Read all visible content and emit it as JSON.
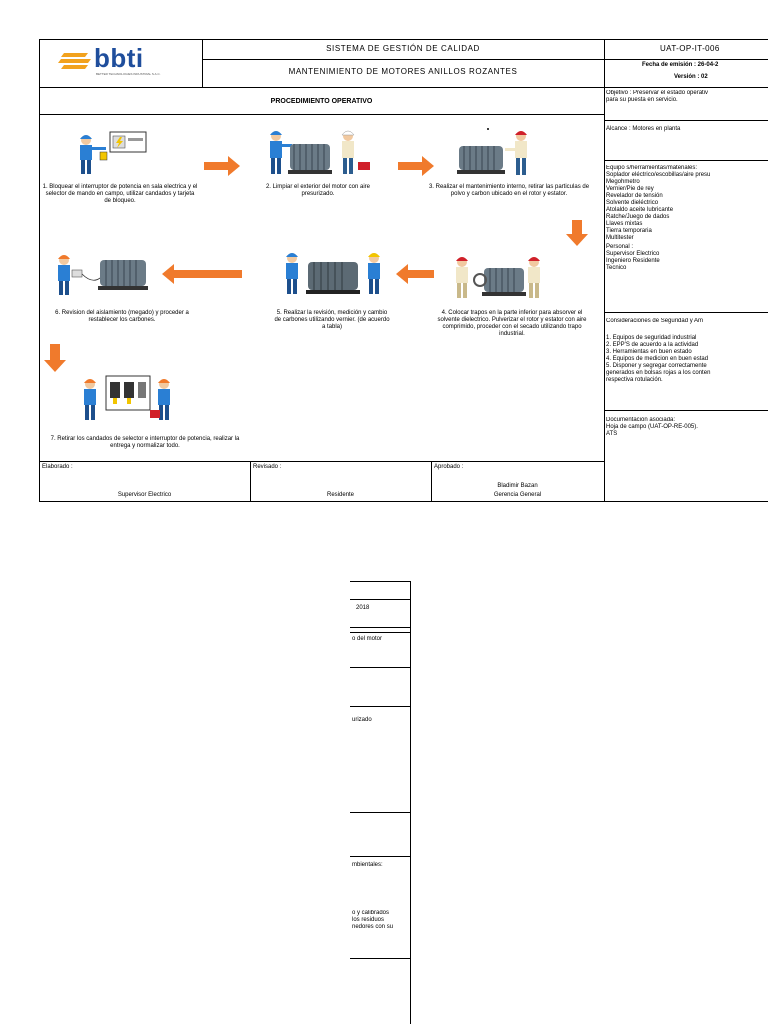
{
  "logo": {
    "text": "bbti",
    "subtext": "BETTER TECHNOLOGIES INDUSTRIAL S.A.C."
  },
  "header": {
    "system": "SISTEMA DE GESTIÓN DE CALIDAD",
    "title": "MANTENIMIENTO DE MOTORES ANILLOS ROZANTES",
    "code": "UAT-OP-IT-006",
    "issue_date": "Fecha de emisión : 26-04-2",
    "version": "Versión : 02"
  },
  "procedure": {
    "heading": "PROCEDIMIENTO OPERATIVO",
    "steps": [
      "1. Bloquear el interruptor de potencia en sala electrica y el selector de mando en campo, utilizar candados y tarjeta de bloqueo.",
      "2. Limpiar el exterior del motor con aire presurizado.",
      "3. Realizar el mantenimiento interno, retirar las particulas de polvo y carbon ubicado en el rotor y estator.",
      "4. Colocar trapos en la parte inferior para absorver el solvente dielectrico. Pulverizar el rotor y estator con aire comprimido, proceder con el secado utilizando trapo industrial.",
      "5. Realizar la revisión, medición y cambio de carbones utilizando vernier. (de acuerdo a tabla)",
      "6. Revision del aislamiento (megado) y proceder a restablecer los carbones.",
      "7. Retirar los candados de selector e interruptor de potencia, realizar la entrega y normalizar todo."
    ]
  },
  "side": {
    "objective": [
      "Objetivo : Preservar el estado operativ",
      "para su puesta en servicio."
    ],
    "scope": "Alcance : Motores en planta",
    "equipment_title": "Equipo s/herramientas/materiales:",
    "equipment": [
      "Soplador eléctrico/escobillas/aire presu",
      "Megohmetro",
      "Vernier/Pie de rey",
      "Revelador de tensión",
      "Solvente dieléctrico",
      "Atolaldo aceite lubricante",
      "Ratche/Juego de dados",
      "Llaves mixtas",
      "Tierra temporaria",
      "Multitester"
    ],
    "personnel_title": "Personal :",
    "personnel": [
      "Supervisor Electrico",
      "Ingeniero Residente",
      "Tecnico"
    ],
    "considerations_title": "Consideraciones de Seguridad y Am",
    "considerations": [
      "1. Equipos de seguridad industrial",
      "2. EPP'S de acuerdo a la actividad",
      "3. Herramientas en buen estado",
      "4. Equipos de medicion en buen estad",
      "5. Disponer y segregar correctamente",
      "generados en bolsas rojas a los conten",
      "respectiva rotulación."
    ],
    "documentation_title": "Documentación asociada:",
    "documentation": [
      "Hoja de campo (UAT-OP-RE-005).",
      "ATS"
    ]
  },
  "footer": {
    "prepared_label": "Elaborado :",
    "prepared_by": "Supervisor Electrico",
    "reviewed_label": "Revisado :",
    "reviewed_by": "Residente",
    "approved_label": "Aprobado :",
    "approved_name": "Bladimir Bazan",
    "approved_role": "Gerencia General"
  },
  "page2": {
    "date_fragment": "2018",
    "objective_fragment": "o del motor",
    "equipment_fragment": "urizado",
    "env_fragment": "mbientales:",
    "considerations_fragment": [
      "o y calibrados",
      "los residuos",
      "nedores con su"
    ]
  },
  "colors": {
    "arrow": "#f07a2c",
    "helmet_blue": "#2a7fd4",
    "helmet_yellow": "#f2c500",
    "helmet_red": "#d0202a",
    "logo_orange": "#f2a21e",
    "logo_blue": "#1f4e9c"
  }
}
